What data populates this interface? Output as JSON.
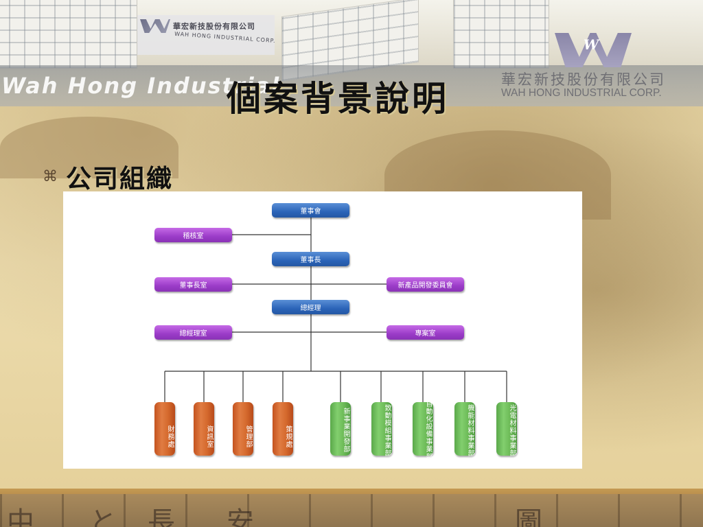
{
  "header": {
    "banner_text": "Wah Hong Industrial",
    "sign_cn": "華宏新技股份有限公司",
    "sign_en": "WAH HONG INDUSTRIAL CORP.",
    "corp_cn": "華宏新技股份有限公司",
    "corp_en": "WAH HONG INDUSTRIAL CORP.",
    "logo_mark": "W"
  },
  "slide": {
    "title": "個案背景說明",
    "bullet_icon": "command-icon",
    "bullet_glyph": "⌘",
    "bullet_text": "公司組織"
  },
  "org_chart": {
    "colors": {
      "main": "#2b64b8",
      "staff": "#9b3cc8",
      "support_dept": "#d56a2e",
      "business_dept": "#6dbb58",
      "line": "#333333"
    },
    "chairman_board": "董事會",
    "audit_office": "稽核室",
    "chairman": "董事長",
    "chairman_office": "董事長室",
    "new_product_committee": "新產品開發委員會",
    "general_manager": "總經理",
    "gm_office": "總經理室",
    "project_office": "專案室",
    "support_depts": [
      "財務處",
      "資訊室",
      "管理部",
      "策規處"
    ],
    "business_depts": [
      "新事業開發部",
      "致動模組事業部",
      "自動化設備事業部",
      "機能材料事業部",
      "光電材料事業部"
    ]
  },
  "footer": {
    "calligraphy": [
      "中",
      "と",
      "長",
      "安",
      "圖"
    ]
  }
}
